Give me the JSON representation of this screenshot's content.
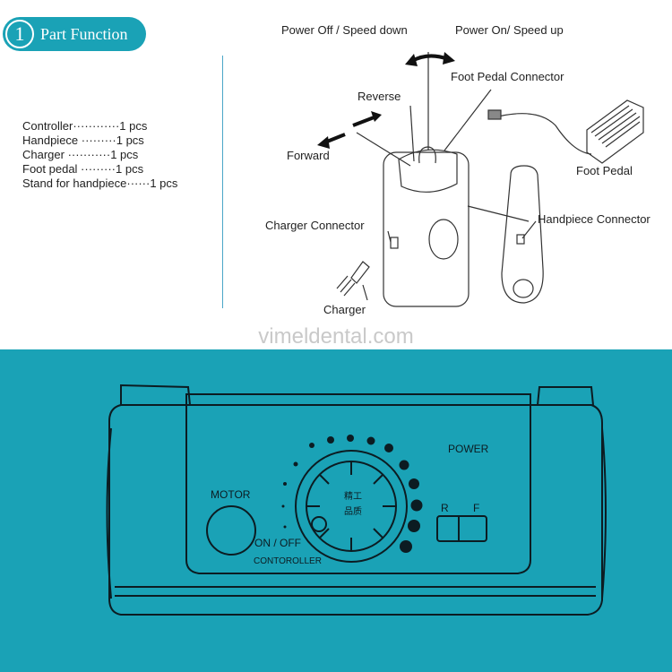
{
  "header": {
    "step_number": "1",
    "title": "Part Function"
  },
  "parts_list": [
    "Controller············1 pcs",
    "Handpiece ·········1 pcs",
    "Charger  ···········1 pcs",
    "Foot pedal ·········1 pcs",
    "Stand for handpiece······1 pcs"
  ],
  "diagram_labels": {
    "power_off": "Power Off / Speed down",
    "power_on": "Power On/ Speed up",
    "foot_pedal_connector": "Foot Pedal Connector",
    "reverse": "Reverse",
    "forward": "Forward",
    "foot_pedal": "Foot Pedal",
    "charger_connector": "Charger Connector",
    "handpiece_connector": "Handpiece Connector",
    "charger": "Charger"
  },
  "watermark": "vimeldental.com",
  "controller_panel": {
    "power": "POWER",
    "motor": "MOTOR",
    "on_off": "ON / OFF",
    "brand": "CONTOROLLER",
    "r": "R",
    "f": "F",
    "cjk_top": "精工",
    "cjk_bottom": "品质"
  },
  "colors": {
    "teal": "#1aa2b6",
    "line": "#0c1c22",
    "divider": "#4aa6c8"
  }
}
